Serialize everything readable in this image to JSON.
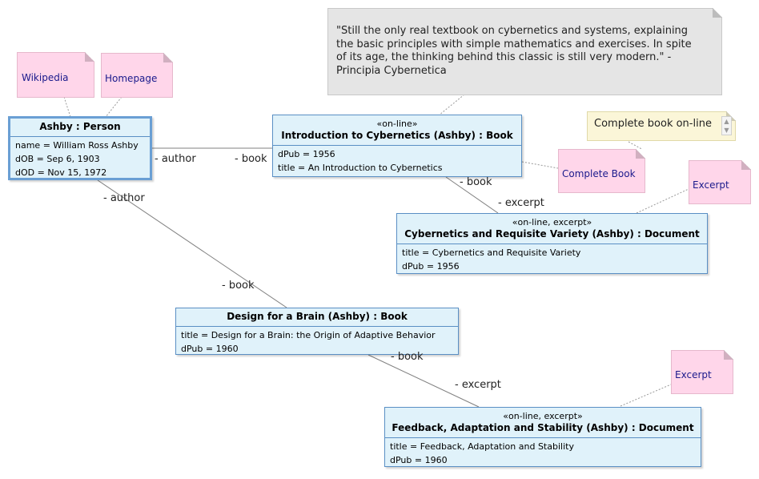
{
  "objects": {
    "ashby": {
      "name": "Ashby : Person",
      "attrs": [
        "name = William Ross Ashby",
        "dOB = Sep 6, 1903",
        "dOD = Nov 15, 1972"
      ]
    },
    "intro": {
      "stereotype": "«on-line»",
      "name": "Introduction to Cybernetics (Ashby) : Book",
      "attrs": [
        "dPub = 1956",
        "title = An Introduction to Cybernetics"
      ]
    },
    "crv": {
      "stereotype": "«on-line, excerpt»",
      "name": "Cybernetics and Requisite Variety (Ashby) : Document",
      "attrs": [
        "title = Cybernetics and Requisite Variety",
        "dPub = 1956"
      ]
    },
    "brain": {
      "name": "Design for a Brain (Ashby) : Book",
      "attrs": [
        "title = Design for a Brain: the Origin of Adaptive Behavior",
        "dPub = 1960"
      ]
    },
    "fas": {
      "stereotype": "«on-line, excerpt»",
      "name": "Feedback, Adaptation and Stability (Ashby) : Document",
      "attrs": [
        "title = Feedback, Adaptation and Stability",
        "dPub = 1960"
      ]
    }
  },
  "notes": {
    "wikipedia": "Wikipedia",
    "homepage": "Homepage",
    "quote": "\"Still the only real textbook on cybernetics and systems, explaining the basic principles with simple mathematics and exercises. In spite of its age, the thinking behind this classic is still very modern.\" - Principia Cybernetica",
    "complete_online": "Complete book on-line",
    "complete_book": "Complete Book",
    "excerpt1": "Excerpt",
    "excerpt2": "Excerpt"
  },
  "roles": {
    "author1": "- author",
    "book1": "- book",
    "author2": "- author",
    "book2": "- book",
    "book3": "- book",
    "excerpt3": "- excerpt",
    "book4": "- book",
    "excerpt4": "- excerpt"
  },
  "colors": {
    "object_fill": "#e0f2fa",
    "object_border": "#5a8fc4",
    "note_pink": "#ffd6ea",
    "note_gray": "#e5e5e5",
    "note_yellow": "#fbf6d8",
    "link_text": "#1a1a8c"
  }
}
